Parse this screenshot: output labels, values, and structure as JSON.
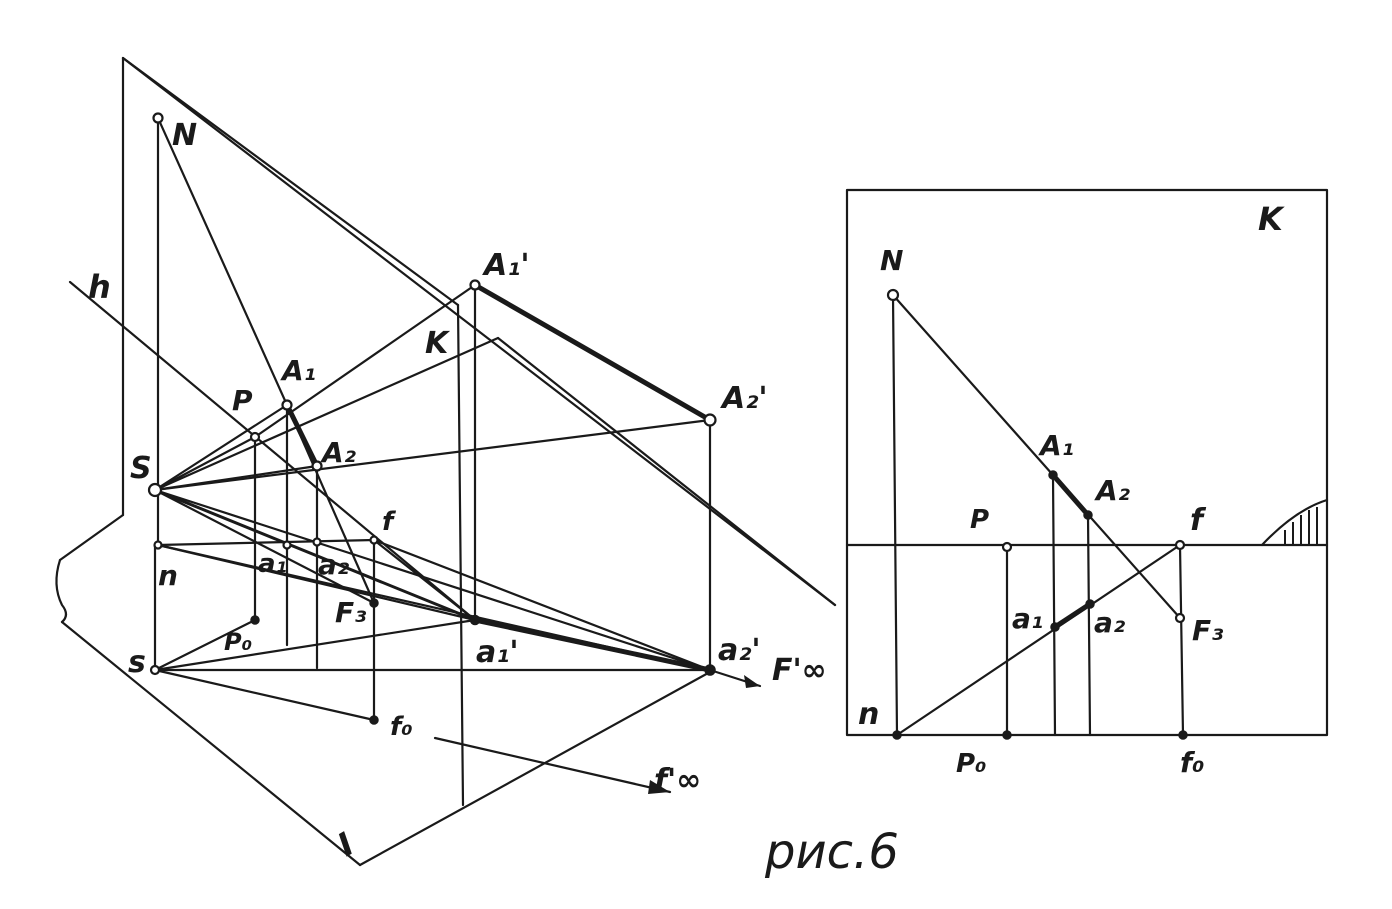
{
  "figure": {
    "caption": "рис.6",
    "left_view": {
      "labels": {
        "N": "N",
        "A1_prime": "A₁'",
        "A2_prime": "A₂'",
        "h": "h",
        "K": "K",
        "P": "P",
        "A1": "A₁",
        "A2": "A₂",
        "S": "S",
        "f": "f",
        "n": "n",
        "a1": "a₁",
        "a2": "a₂",
        "F3": "F₃",
        "s": "s",
        "p0": "P₀",
        "a1_prime": "a₁'",
        "a2_prime": "a₂'",
        "F_inf": "F'∞",
        "f0": "f₀",
        "f_inf": "f'∞",
        "I": "I"
      }
    },
    "right_view": {
      "labels": {
        "K": "K",
        "N": "N",
        "A1": "A₁",
        "A2": "A₂",
        "P": "P",
        "f": "f",
        "a1": "a₁",
        "a2": "a₂",
        "F3": "F₃",
        "n": "n",
        "p0": "P₀",
        "f0": "f₀"
      }
    }
  }
}
